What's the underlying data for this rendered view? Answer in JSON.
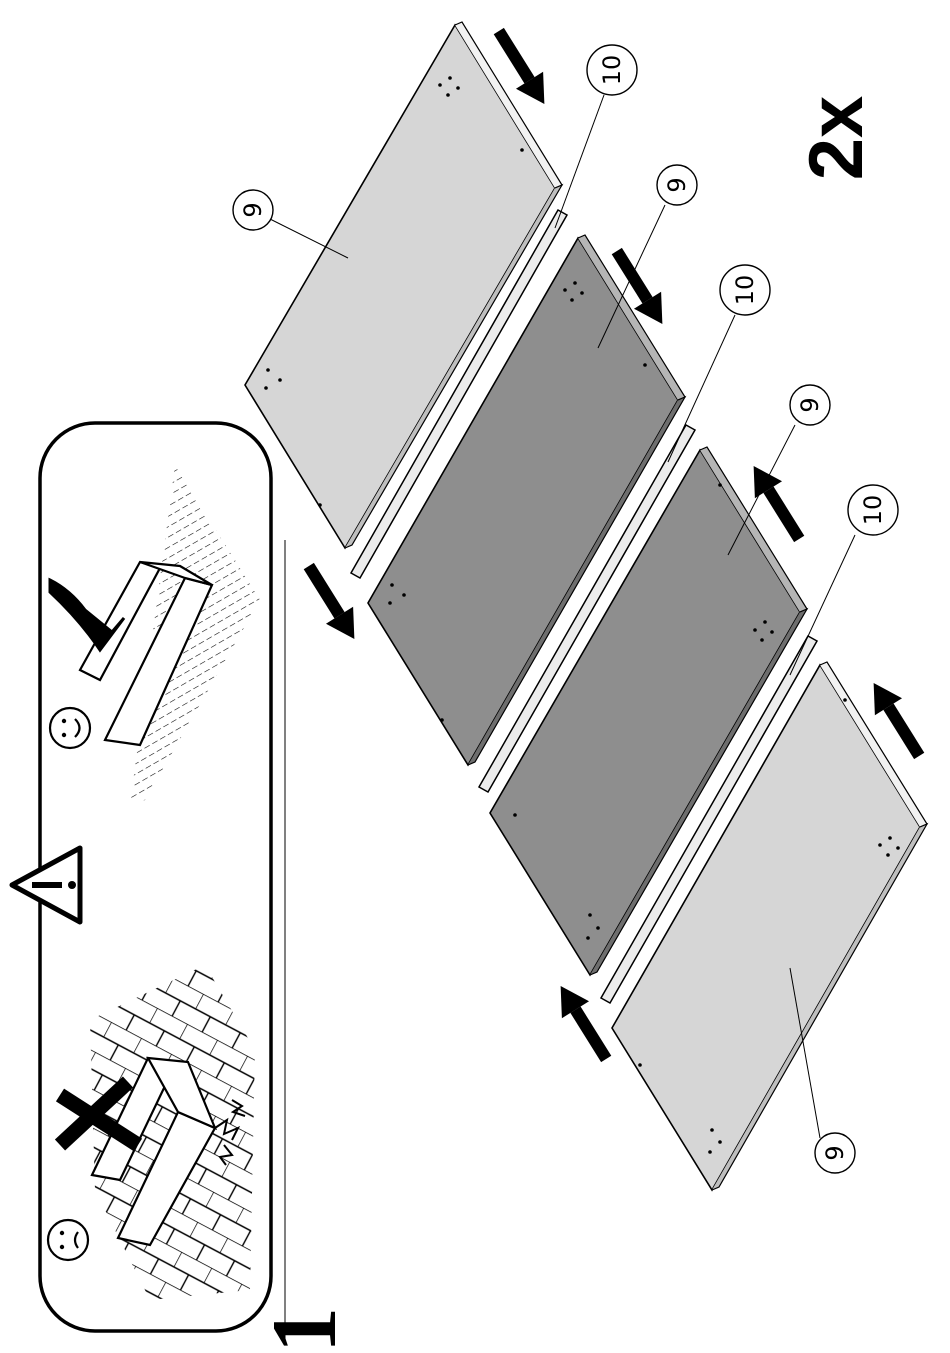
{
  "step": {
    "number": "1"
  },
  "quantity": {
    "text": "2x"
  },
  "colors": {
    "panel_light": "#d6d6d6",
    "panel_dark": "#8e8e8e",
    "strip": "#ececec",
    "ink": "#000000"
  },
  "warning": {
    "icons": [
      "sad-face-icon",
      "cross-icon",
      "warning-triangle-icon",
      "happy-face-icon",
      "check-icon"
    ]
  },
  "parts": [
    {
      "id": "panel-1",
      "label": "9"
    },
    {
      "id": "strip-1",
      "label": "10"
    },
    {
      "id": "panel-2",
      "label": "9"
    },
    {
      "id": "strip-2",
      "label": "10"
    },
    {
      "id": "panel-3",
      "label": "9"
    },
    {
      "id": "strip-3",
      "label": "10"
    },
    {
      "id": "panel-4",
      "label": "9"
    }
  ]
}
